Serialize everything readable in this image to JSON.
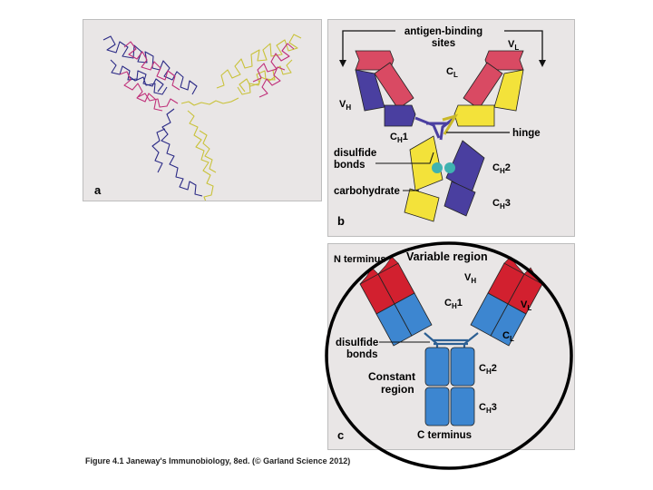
{
  "panel_a": {
    "label": "a"
  },
  "panel_b": {
    "label": "b",
    "antigen_binding_1": "antigen-binding",
    "antigen_binding_2": "sites",
    "vl": "V",
    "vl_sub": "L",
    "cl": "C",
    "cl_sub": "L",
    "vh": "V",
    "vh_sub": "H",
    "ch1": "C",
    "ch1_sub": "H",
    "ch1_num": "1",
    "hinge": "hinge",
    "disulfide_1": "disulfide",
    "disulfide_2": "bonds",
    "carbohydrate": "carbohydrate",
    "ch2": "C",
    "ch2_sub": "H",
    "ch2_num": "2",
    "ch3": "C",
    "ch3_sub": "H",
    "ch3_num": "3"
  },
  "panel_c": {
    "label": "c",
    "n_terminus": "N terminus",
    "variable_region": "Variable region",
    "vh": "V",
    "vh_sub": "H",
    "ch1": "C",
    "ch1_sub": "H",
    "ch1_num": "1",
    "vl": "V",
    "vl_sub": "L",
    "cl": "C",
    "cl_sub": "L",
    "disulfide_1": "disulfide",
    "disulfide_2": "bonds",
    "constant_1": "Constant",
    "constant_2": "region",
    "ch2": "C",
    "ch2_sub": "H",
    "ch2_num": "2",
    "ch3": "C",
    "ch3_sub": "H",
    "ch3_num": "3",
    "c_terminus": "C terminus"
  },
  "caption": "Figure 4.1 Janeway's Immunobiology, 8ed. (© Garland Science 2012)",
  "colors": {
    "heavy_chain_blue": "#4a3fa0",
    "light_chain_red": "#d94a63",
    "yellow": "#f3e23a",
    "c_red": "#d2202f",
    "c_blue": "#3d86d0",
    "magenta_trace": "#c0307a",
    "navy_trace": "#2b2a86",
    "yellow_trace": "#c9c23a",
    "annotation_circle": "#000000"
  }
}
